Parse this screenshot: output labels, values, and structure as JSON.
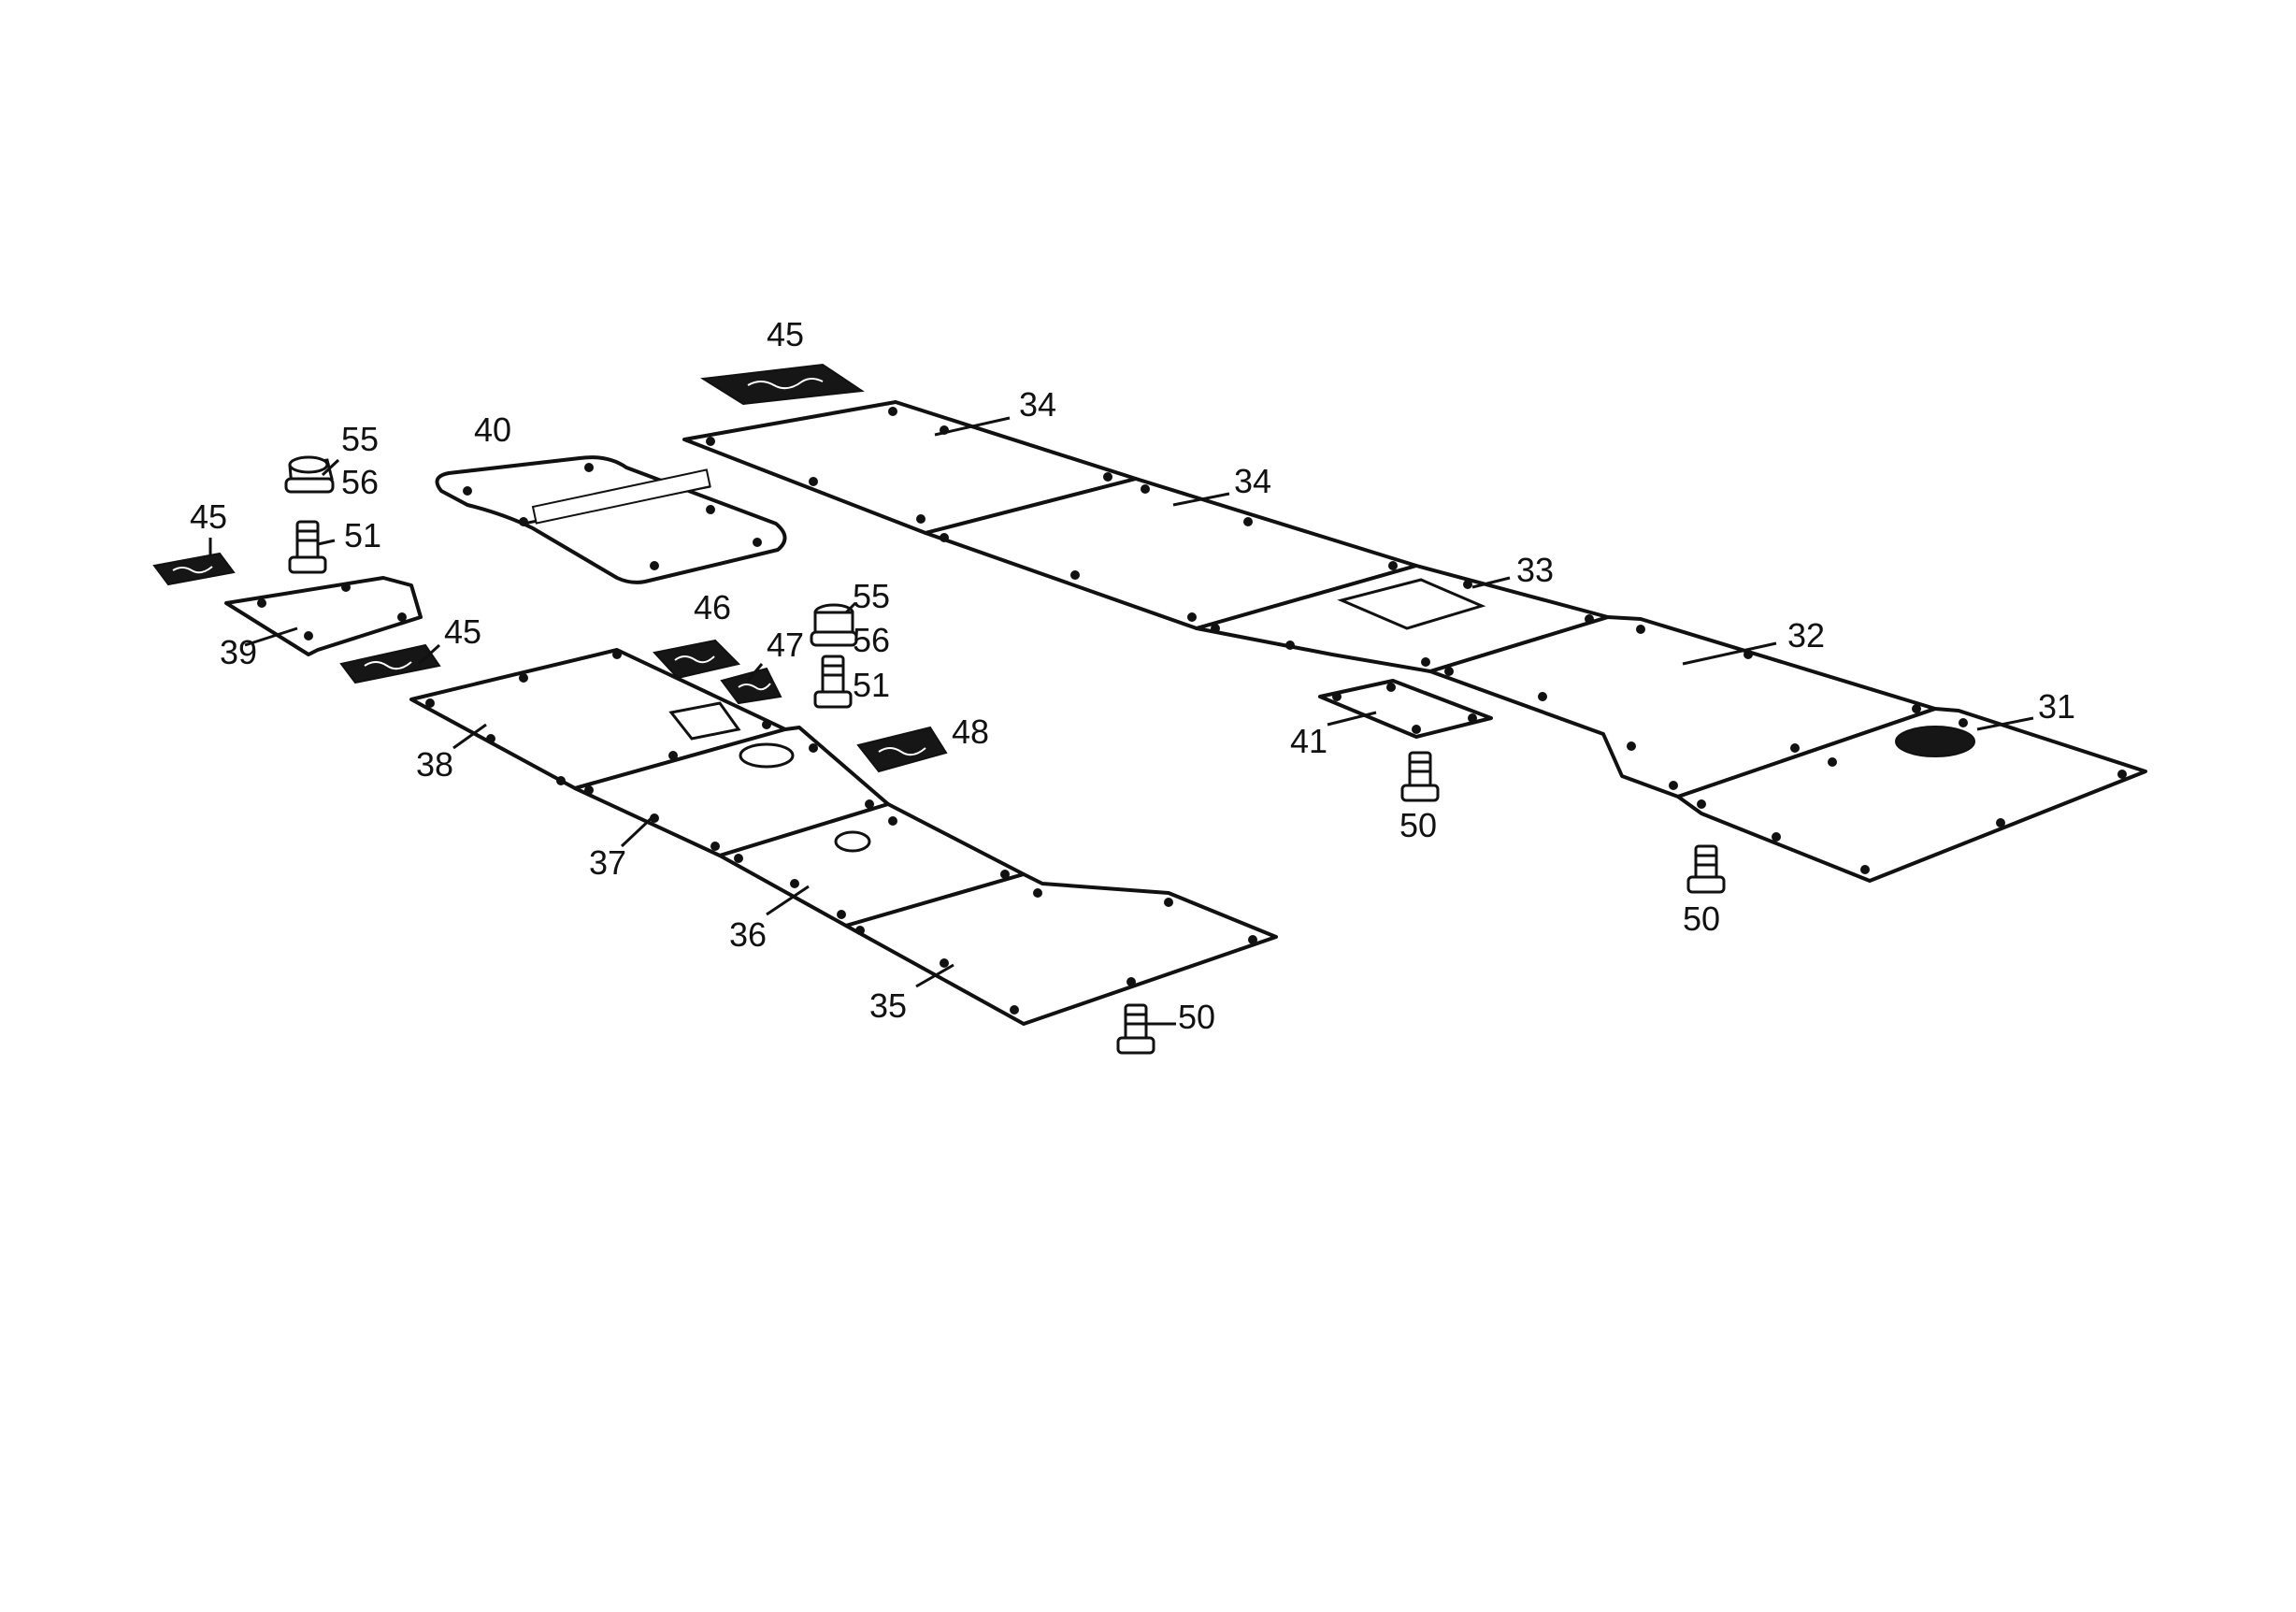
{
  "callouts": {
    "c31": "31",
    "c32": "32",
    "c33": "33",
    "c34a": "34",
    "c34b": "34",
    "c35": "35",
    "c36": "36",
    "c37": "37",
    "c38": "38",
    "c39": "39",
    "c40": "40",
    "c41": "41",
    "c45a": "45",
    "c45b": "45",
    "c45c": "45",
    "c46": "46",
    "c47": "47",
    "c48": "48",
    "c50a": "50",
    "c50b": "50",
    "c50c": "50",
    "c51a": "51",
    "c51b": "51",
    "c55a": "55",
    "c55b": "55",
    "c56a": "56",
    "c56b": "56"
  }
}
